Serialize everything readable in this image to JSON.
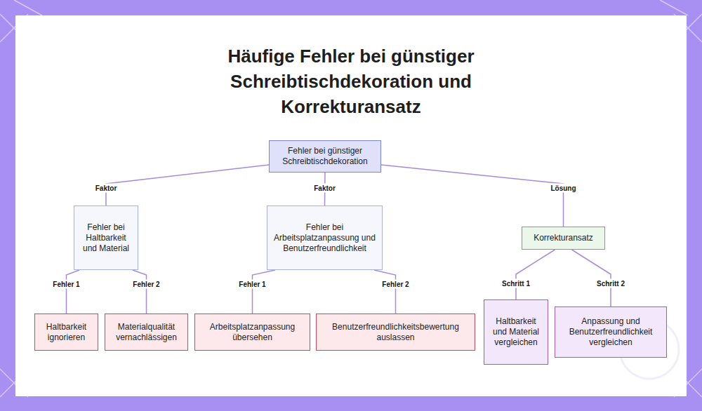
{
  "diagram": {
    "title": "Häufige Fehler bei günstiger Schreibtischdekoration und Korrekturansatz",
    "nodes": [
      {
        "text": [
          "Fehler bei günstiger Schreibtischdekoration"
        ]
      },
      {
        "text": [
          "Fehler bei Haltbarkeit und Material"
        ]
      },
      {
        "text": [
          "Fehler bei Arbeitsplatzanpassung und Benutzerfreundlichkeit"
        ]
      },
      {
        "text": [
          "Korrekturansatz"
        ]
      },
      {
        "text": [
          "Haltbarkeit ignorieren"
        ]
      },
      {
        "text": [
          "Materialqualität vernachlässigen"
        ]
      },
      {
        "text": [
          "Arbeitsplatzanpassung übersehen"
        ]
      },
      {
        "text": [
          "Benutzerfreundlichkeitsbewertung auslassen"
        ]
      },
      {
        "text": [
          "Haltbarkeit und Material vergleichen"
        ]
      },
      {
        "text": [
          "Anpassung und Benutzerfreundlichkeit vergleichen"
        ]
      }
    ],
    "edges": [
      {
        "from": 0,
        "to": 1,
        "arrow": "none",
        "label": "Faktor"
      },
      {
        "from": 0,
        "to": 2,
        "arrow": "none",
        "label": "Faktor"
      },
      {
        "from": 0,
        "to": 3,
        "arrow": "none",
        "label": "Lösung"
      },
      {
        "from": 1,
        "to": 4,
        "arrow": "none",
        "label": "Fehler 1"
      },
      {
        "from": 1,
        "to": 5,
        "arrow": "none",
        "label": "Fehler 2"
      },
      {
        "from": 2,
        "to": 6,
        "arrow": "none",
        "label": "Fehler 1"
      },
      {
        "from": 2,
        "to": 7,
        "arrow": "none",
        "label": "Fehler 2"
      },
      {
        "from": 3,
        "to": 8,
        "arrow": "none",
        "label": "Schritt 1"
      },
      {
        "from": 3,
        "to": 9,
        "arrow": "none",
        "label": "Schritt 2"
      }
    ]
  }
}
